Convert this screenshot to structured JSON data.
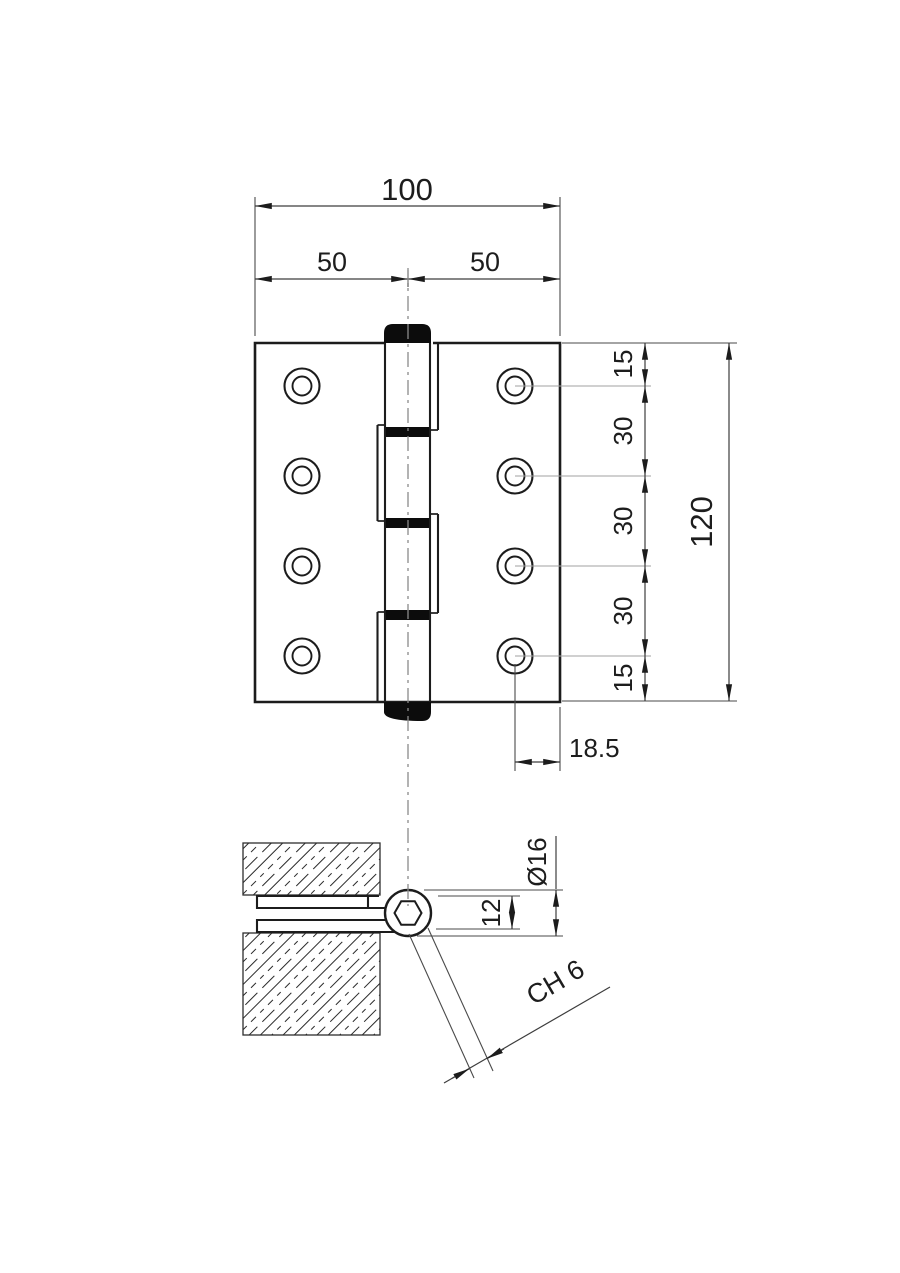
{
  "drawing": {
    "front_view": {
      "dim_overall_width": "100",
      "dim_half_left": "50",
      "dim_half_right": "50",
      "dim_chain": [
        "15",
        "30",
        "30",
        "30",
        "15"
      ],
      "dim_overall_height": "120",
      "dim_hole_offset": "18.5"
    },
    "section_view": {
      "dim_pin_diameter": "Ø16",
      "dim_leaf_stack": "12",
      "dim_chamfer": "CH 6"
    }
  }
}
